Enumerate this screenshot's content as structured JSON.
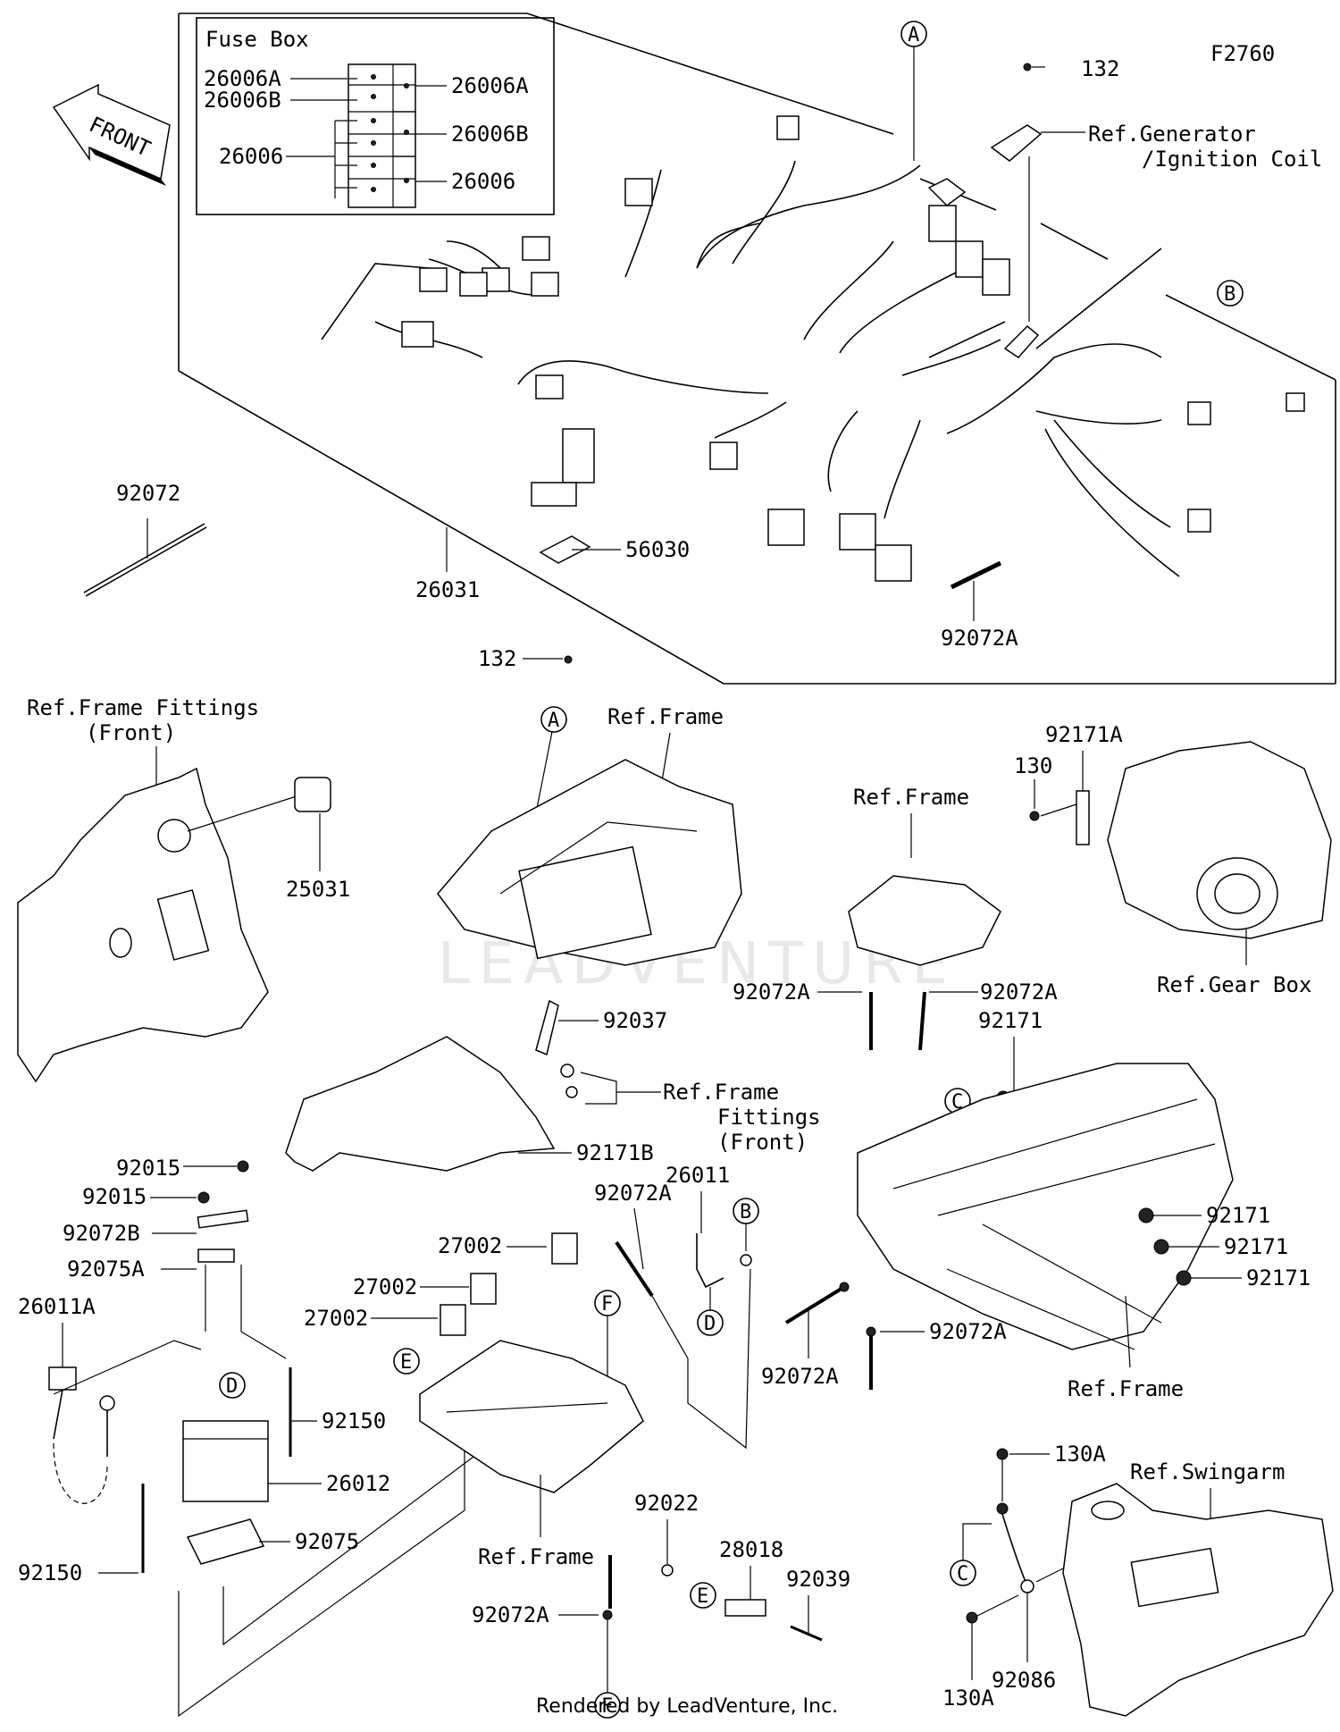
{
  "diagram_code": "F2760",
  "watermark": "LEADVENTURE",
  "footer": "Rendered by LeadVenture, Inc.",
  "front_arrow": "FRONT",
  "fuse_box": {
    "title": "Fuse Box",
    "left_labels": [
      "26006A",
      "26006B",
      "26006"
    ],
    "right_labels": [
      "26006A",
      "26006B",
      "26006"
    ]
  },
  "callouts": {
    "A": "A",
    "B": "B",
    "C": "C",
    "D": "D",
    "E": "E",
    "F": "F"
  },
  "labels": {
    "p132_top": "132",
    "ref_generator": "Ref.Generator",
    "ignition_coil": "/Ignition Coil",
    "p92072": "92072",
    "p26031": "26031",
    "p56030": "56030",
    "p92072A_top": "92072A",
    "p132_mid": "132",
    "ref_frame_fittings_front": "Ref.Frame Fittings",
    "front_paren": "(Front)",
    "ref_frame_1": "Ref.Frame",
    "ref_frame_2": "Ref.Frame",
    "p92171A": "92171A",
    "p130": "130",
    "ref_gear_box": "Ref.Gear Box",
    "p25031": "25031",
    "p92072A_l": "92072A",
    "p92072A_r": "92072A",
    "p92037": "92037",
    "p92171_top": "92171",
    "ref_frame_fittings_2": "Ref.Frame",
    "fittings_2": "Fittings",
    "front_2": "(Front)",
    "p92171B": "92171B",
    "p26011": "26011",
    "p92072A_mid": "92072A",
    "p92015_a": "92015",
    "p92015_b": "92015",
    "p92072B": "92072B",
    "p92075A": "92075A",
    "p26011A": "26011A",
    "p27002_a": "27002",
    "p27002_b": "27002",
    "p27002_c": "27002",
    "p92171_a": "92171",
    "p92171_b": "92171",
    "p92171_c": "92171",
    "p92150_r": "92150",
    "p26012": "26012",
    "p92075": "92075",
    "p92150_l": "92150",
    "p92072A_cl": "92072A",
    "p92072A_cr": "92072A",
    "ref_frame_3": "Ref.Frame",
    "ref_frame_4": "Ref.Frame",
    "p130A_top": "130A",
    "ref_swingarm": "Ref.Swingarm",
    "p92022": "92022",
    "p28018": "28018",
    "p92039": "92039",
    "p92072A_bot": "92072A",
    "p92086": "92086",
    "p130A_bot": "130A"
  }
}
